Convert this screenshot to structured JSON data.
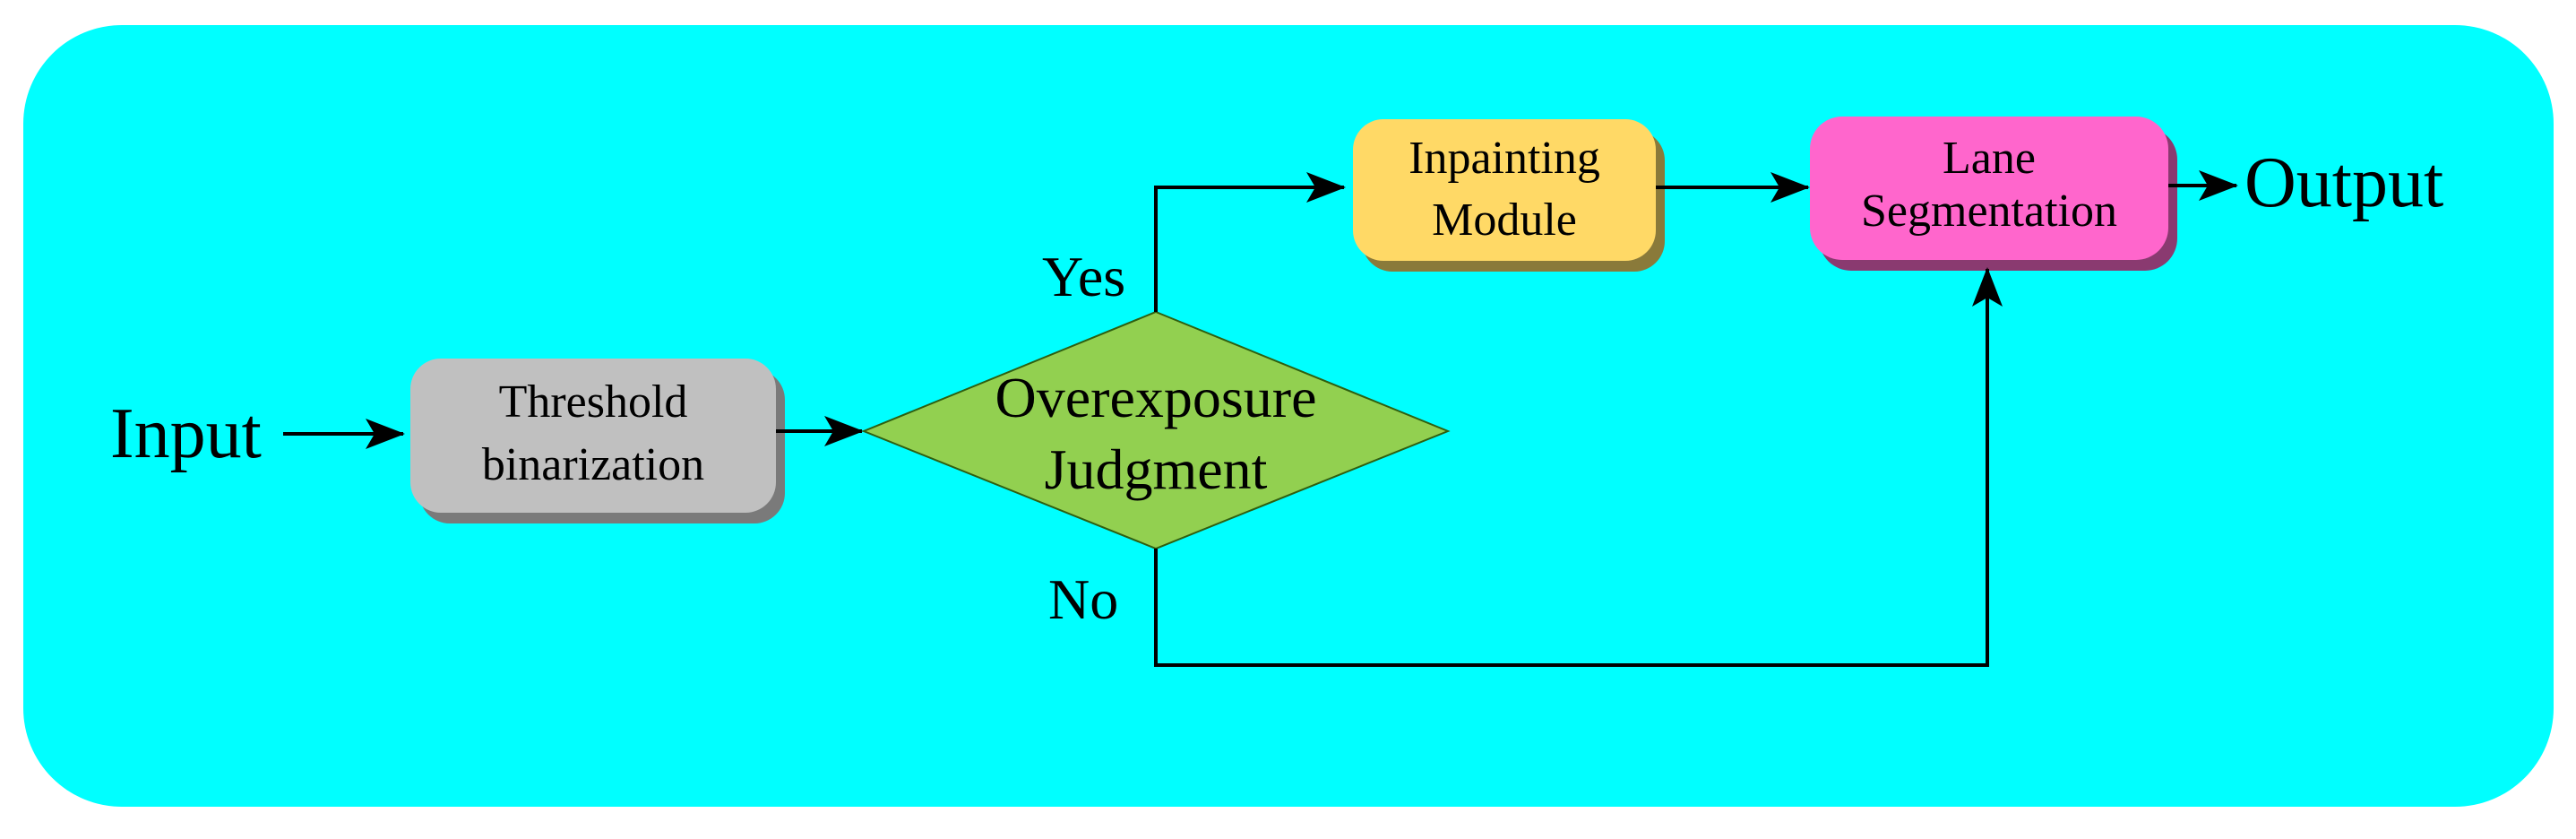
{
  "diagram": {
    "background_color": "#00FFFF",
    "input_label": "Input",
    "output_label": "Output",
    "nodes": {
      "threshold": {
        "line1": "Threshold",
        "line2": "binarization",
        "color": "#C0C0C0"
      },
      "decision": {
        "line1": "Overexposure",
        "line2": "Judgment",
        "color": "#92D050"
      },
      "inpainting": {
        "line1": "Inpainting",
        "line2": "Module",
        "color": "#FFD966"
      },
      "lane": {
        "line1": "Lane",
        "line2": "Segmentation",
        "color": "#FF66CC"
      }
    },
    "branches": {
      "yes": "Yes",
      "no": "No"
    }
  }
}
